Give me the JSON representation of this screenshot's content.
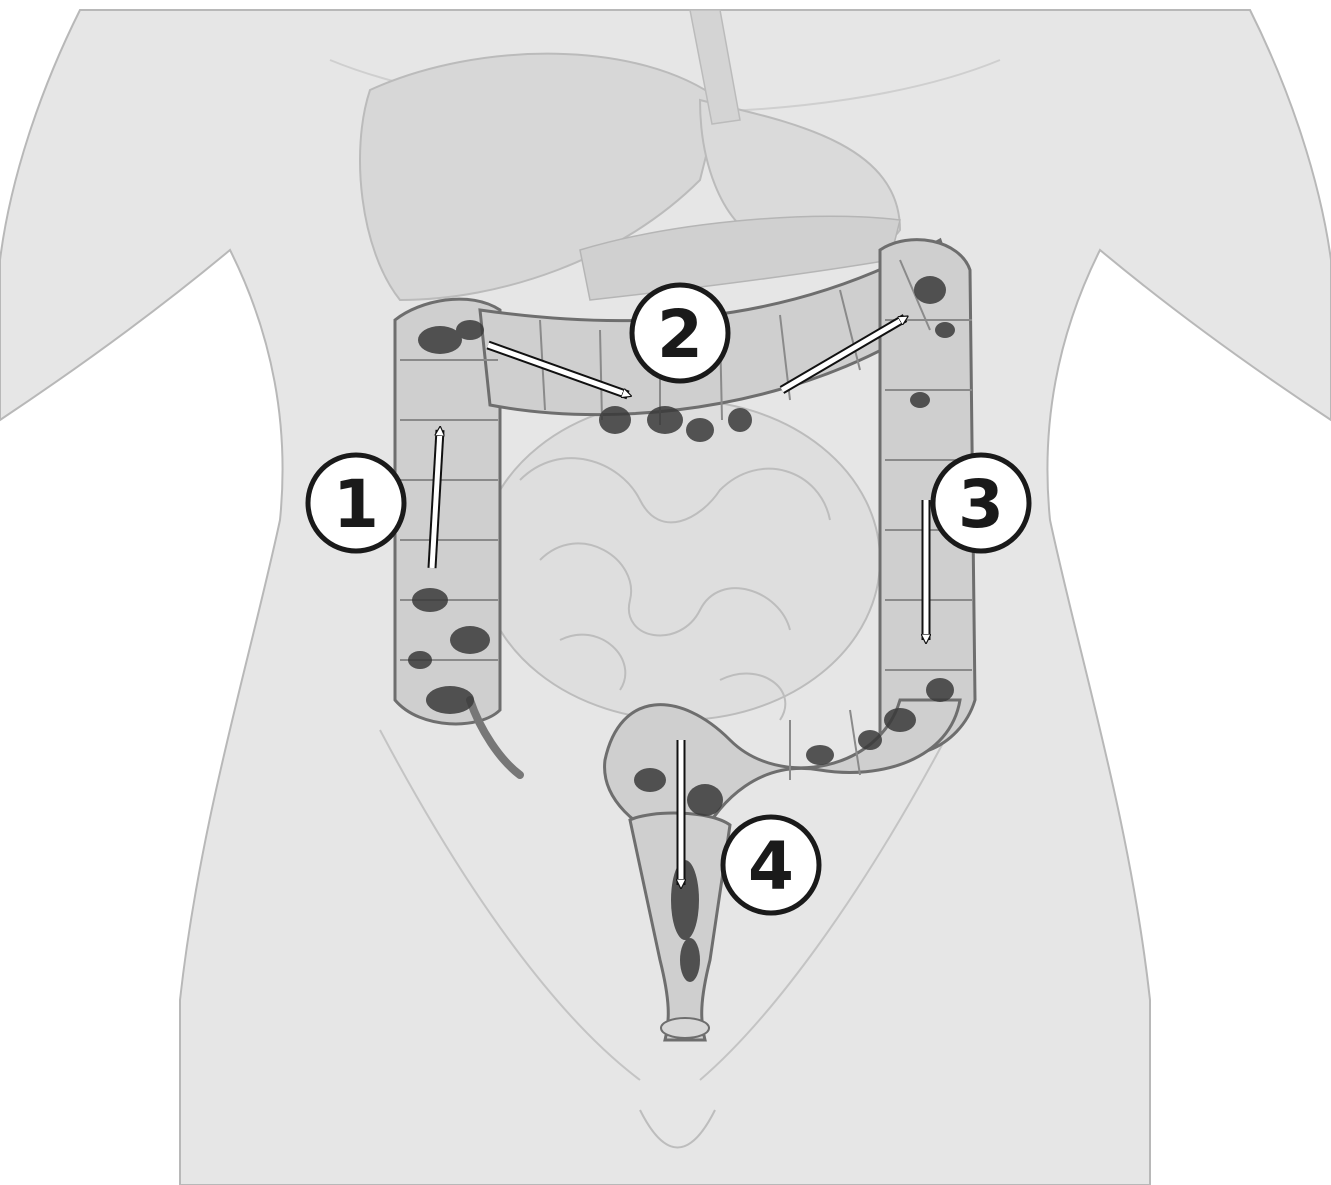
{
  "figure": {
    "subject": "torso-with-colon-illustration",
    "colors": {
      "background": "#ffffff",
      "body": "#e6e6e6",
      "body_outline": "#b8b8b8",
      "organs": "#d4d4d4",
      "colon": "#cfcfcf",
      "colon_outline": "#6e6e6e",
      "lesion": "#3a3a3a",
      "arrow": "#ffffff",
      "arrow_outline": "#111111",
      "marker_fill": "#ffffff",
      "marker_stroke": "#1a1a1a"
    }
  },
  "markers": [
    {
      "label": "1",
      "icon": "arrow-up-icon"
    },
    {
      "label": "2",
      "icon": "arrow-right-icon"
    },
    {
      "label": "3",
      "icon": "arrow-down-icon"
    },
    {
      "label": "4",
      "icon": "arrow-down-icon"
    }
  ]
}
